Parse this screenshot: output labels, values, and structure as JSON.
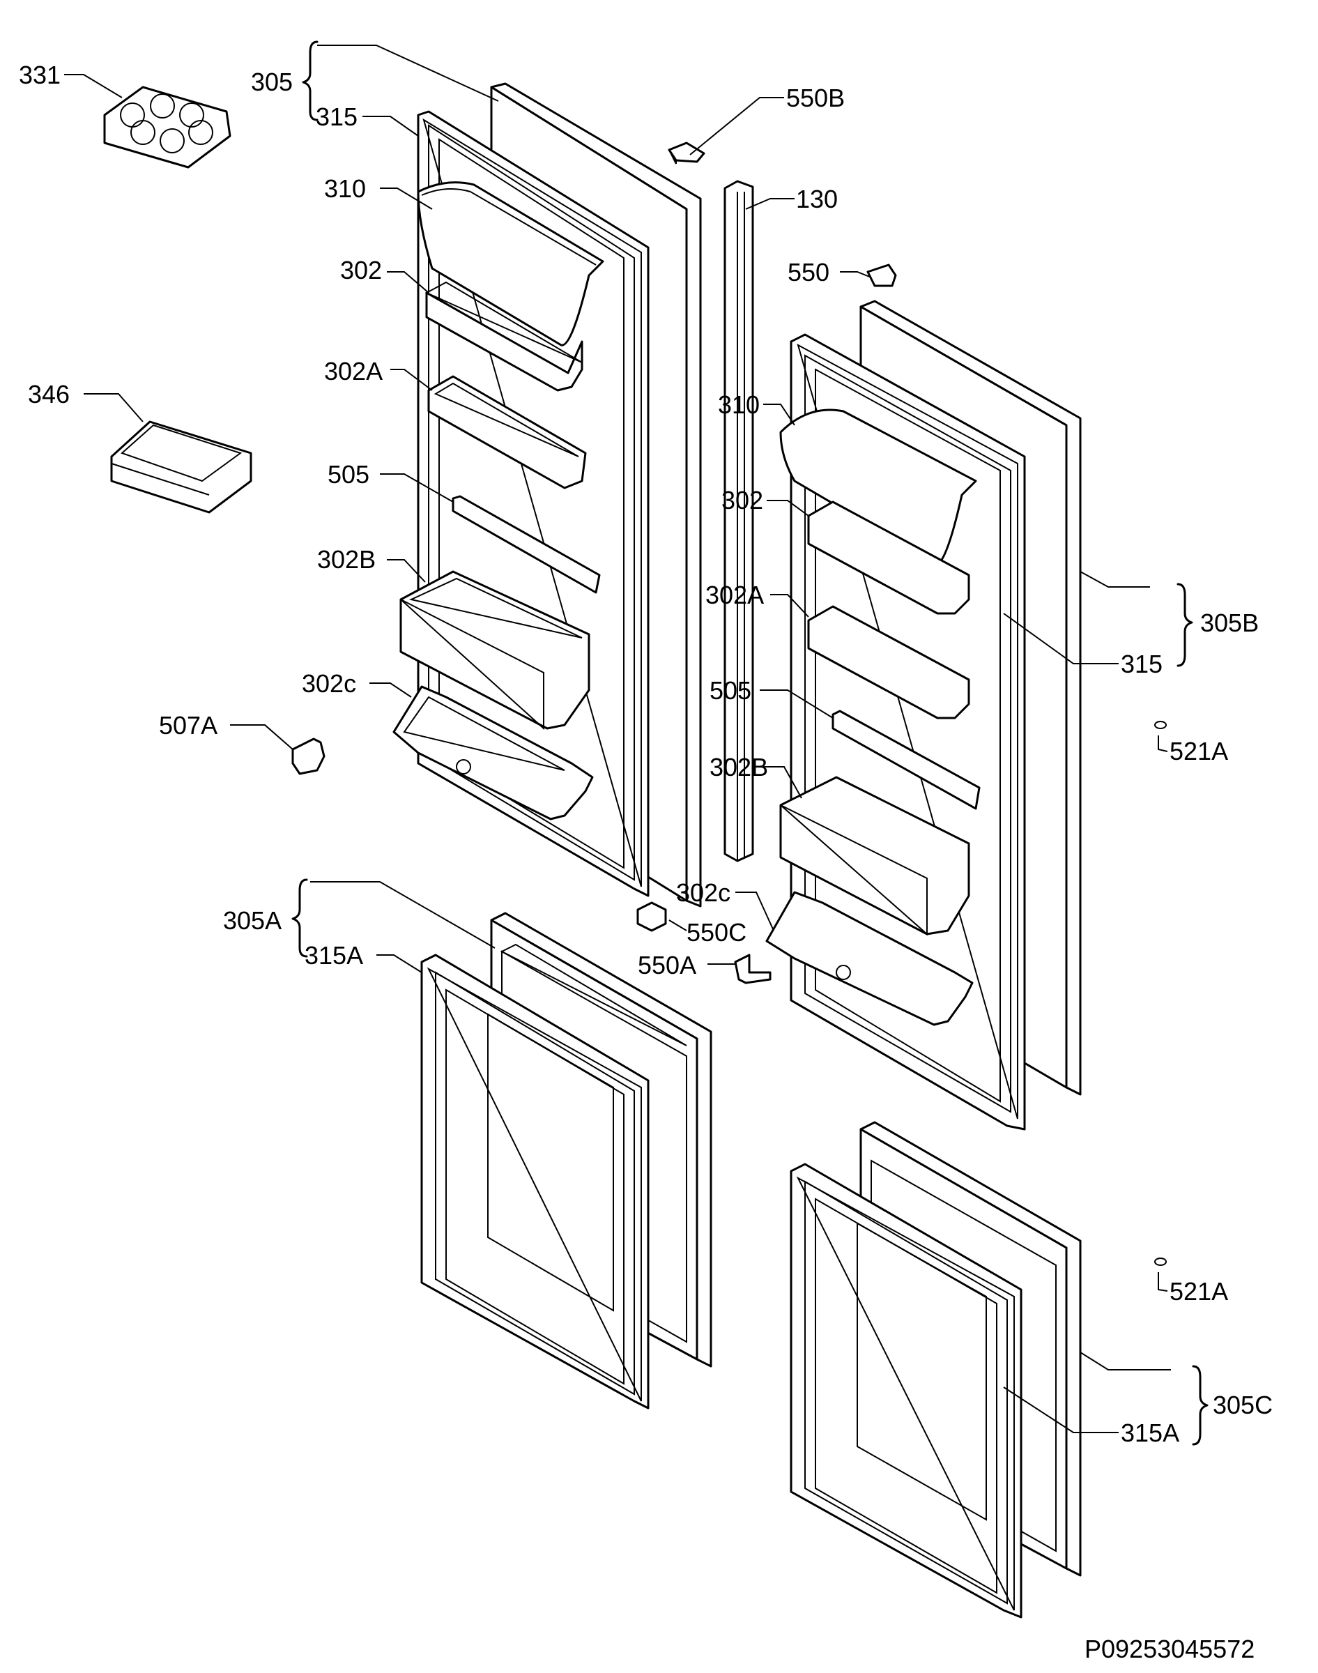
{
  "labels": {
    "l331": "331",
    "l305": "305",
    "l315": "315",
    "l310_left": "310",
    "l302_left": "302",
    "l302A_left": "302A",
    "l346": "346",
    "l505_left": "505",
    "l302B_left": "302B",
    "l302c_left": "302c",
    "l507A": "507A",
    "l550B": "550B",
    "l130": "130",
    "l550": "550",
    "l310_right": "310",
    "l302_right": "302",
    "l302A_right": "302A",
    "l505_right": "505",
    "l302B_right": "302B",
    "l302c_center": "302c",
    "l550C": "550C",
    "l550A": "550A",
    "l305A": "305A",
    "l315A_left": "315A",
    "l305B": "305B",
    "l315_right": "315",
    "l521A_top": "521A",
    "l521A_bottom": "521A",
    "l305C": "305C",
    "l315A_right": "315A"
  },
  "drawing_code": "P09253045572"
}
